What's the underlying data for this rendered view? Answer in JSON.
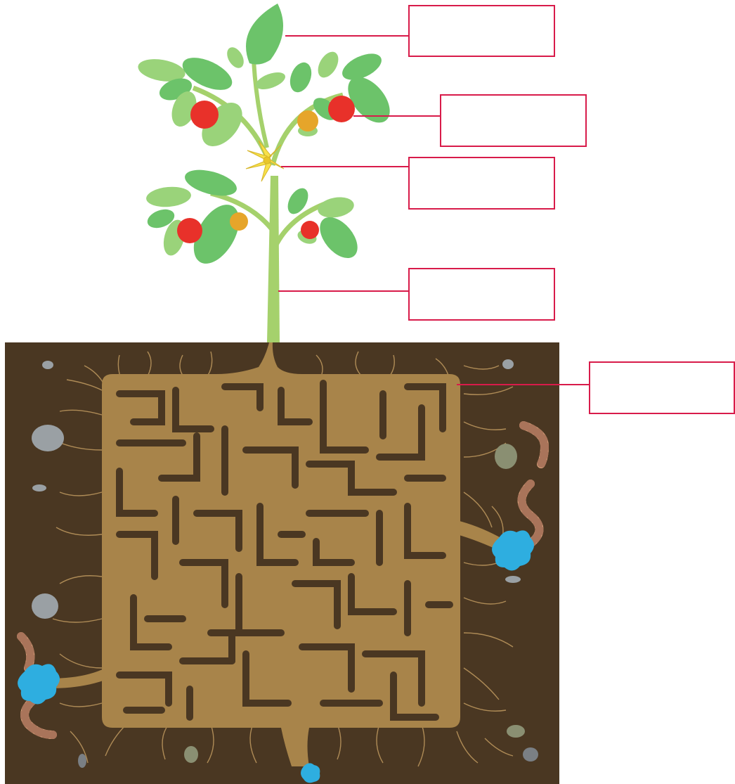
{
  "colors": {
    "soil": "#4a3722",
    "root": "#a8844a",
    "root_thin": "#c09a60",
    "stem": "#a5d16c",
    "leaf": "#6cc36a",
    "leaf_light": "#9ad37a",
    "tomato_red": "#e8312a",
    "tomato_orange": "#e6a52a",
    "flower": "#f7e14a",
    "water": "#2eaee0",
    "worm": "#d8a07a",
    "worm_stripe": "#a9745a",
    "stone_grey": "#9aa0a4",
    "stone_green": "#8a8f72",
    "label_border": "#d81b4a"
  },
  "labels": [
    {
      "id": "leaf",
      "text": ""
    },
    {
      "id": "fruit",
      "text": ""
    },
    {
      "id": "flower",
      "text": ""
    },
    {
      "id": "stem",
      "text": ""
    },
    {
      "id": "root",
      "text": ""
    }
  ],
  "icons": [
    "tomato-plant",
    "leaf-icon",
    "tomato-icon",
    "flower-icon",
    "root-maze",
    "worm-icon",
    "water-drop-icon",
    "stone-icon"
  ]
}
